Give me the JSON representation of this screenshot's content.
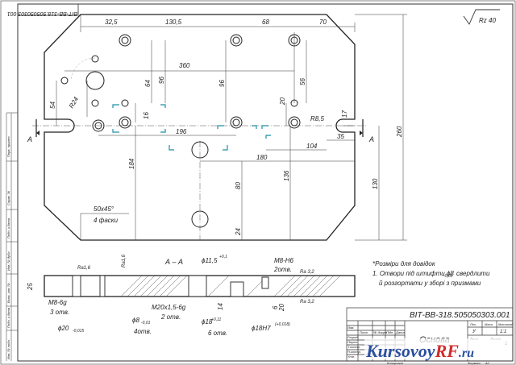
{
  "document_code": "ВІТ-ВВ-318.505050303.001",
  "document_code_rotated": "ВІТ-ВВ-318.505050303.001",
  "roughness_symbol": "Rz 40",
  "part_name": "Основа",
  "section_label": "А – А",
  "cut_marker": "А",
  "dimensions": {
    "d32_5": "32,5",
    "d130_5": "130,5",
    "d68": "68",
    "d70": "70",
    "d360": "360",
    "d64": "64",
    "d96a": "96",
    "d96b": "96",
    "d56": "56",
    "d54": "54",
    "r24": "R24",
    "d16": "16",
    "d20a": "20",
    "r8_5": "R8,5",
    "d17": "17",
    "d196": "196",
    "d104": "104",
    "d35": "35",
    "d180": "180",
    "d184": "184",
    "d136": "136",
    "d80": "80",
    "d130": "130",
    "d260": "260",
    "d24": "24",
    "chamfer": "50x45°",
    "chamfer_note": "4 фаски",
    "ra16a": "Ra1,6",
    "ra16b": "Ra1,6",
    "d25": "25",
    "m8_6g": "M8-6g",
    "m8_count": "3 отв.",
    "d20_015": "ϕ20",
    "d20_tol": "-0,015",
    "m20": "M20x1,5-6g",
    "m20_count": "2 отв.",
    "d8": "ϕ8",
    "d8_tol": "-0,01",
    "d8_count": "4отв.",
    "d11_5": "ϕ11,5",
    "d11_5_tol": "+0,1",
    "m8_h6": "M8-H6",
    "m8_h6_count": "2отв.",
    "d14": "14",
    "d18": "ϕ18",
    "d18_tol": "+0,11",
    "d18_count": "6 отв.",
    "d18h7": "ϕ18H7",
    "d18h7_tol": "(+0,018)",
    "d6": "6",
    "d20b": "20",
    "ra32a": "Ra 3,2",
    "ra32b": "Ra 3,2"
  },
  "notes": {
    "line1": "*Розміри для довідок",
    "line2": "1. Отвори під штифти ϕ8",
    "line2_tol": "-0,01",
    "line2_end": "свердлити",
    "line3": "й розгортати у зборі з призмами"
  },
  "title_block": {
    "lit_header": "Літ.",
    "mass_header": "Маса",
    "scale_header": "Масштаб",
    "lit_value": "У",
    "scale_value": "1:1",
    "rows": [
      "Изм.",
      "Розроб.",
      "Перев.",
      "Т.контр.",
      "Н.контр.",
      "Утв."
    ],
    "columns": [
      "Лист",
      "№ докум.",
      "Підп.",
      "Дата"
    ],
    "sheet_label": "Лист",
    "sheets_label": "Листів",
    "sheet_num": "1",
    "copied": "Копировал",
    "format": "Формат",
    "format_value": "А2"
  },
  "left_strip": [
    "Перв. примен.",
    "Справ. №",
    "Подп. и дата",
    "Инв. № дубл.",
    "Взам. инв. №",
    "Подп. и дата",
    "Инв. № подл."
  ],
  "watermark": {
    "prefix": "Kursovoy",
    "highlight": "RF",
    "suffix": ".ru"
  },
  "colors": {
    "line": "#333333",
    "teal": "#1f8fa8",
    "watermark_blue": "#2a4fa0",
    "watermark_red": "#d22a2a"
  }
}
